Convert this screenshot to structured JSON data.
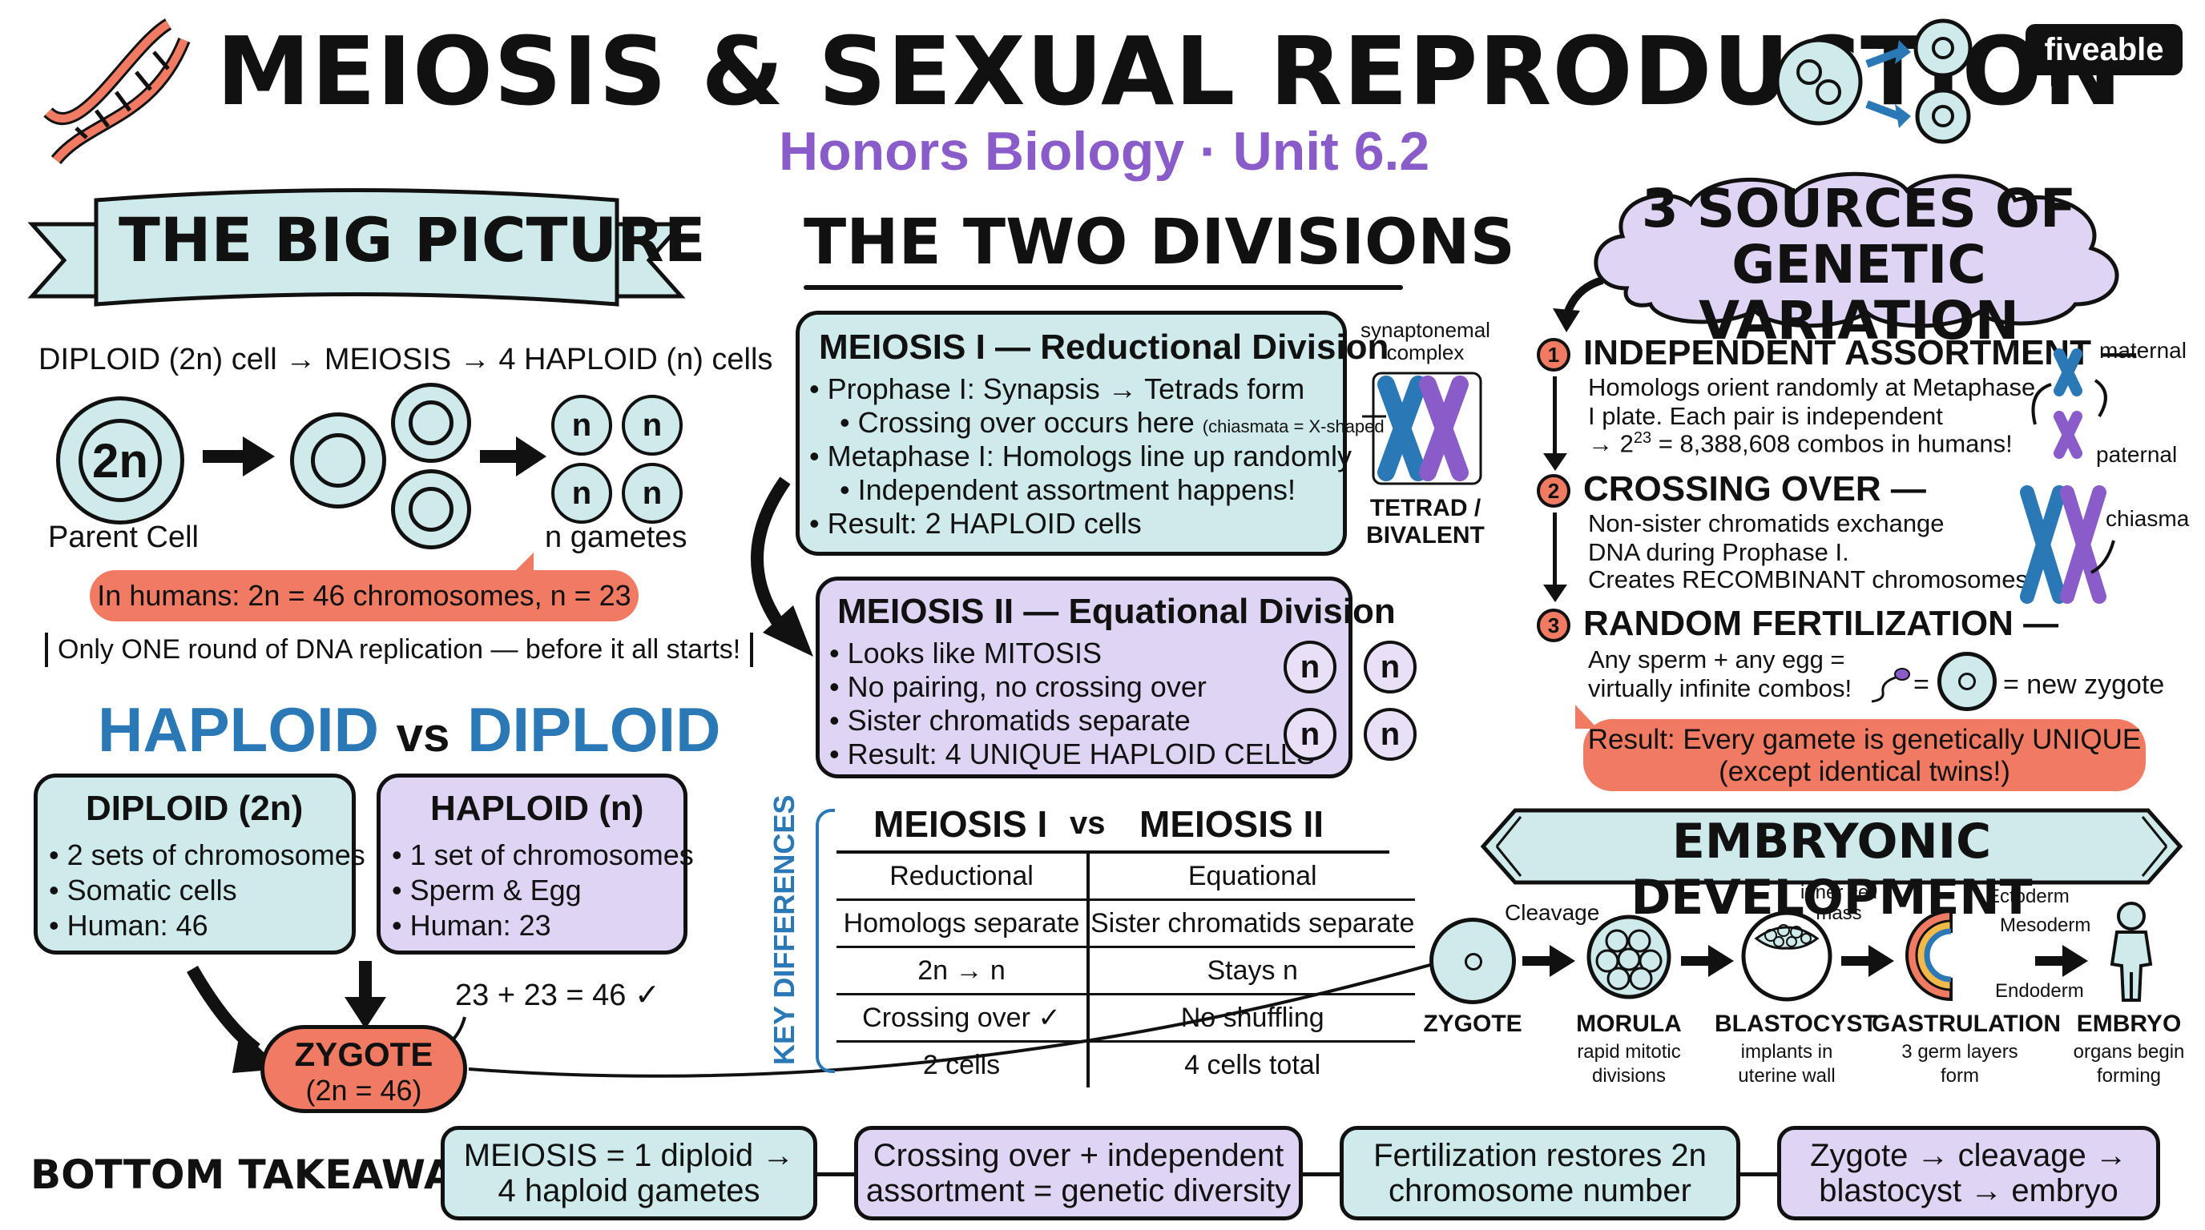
{
  "header": {
    "title": "MEIOSIS & SEXUAL REPRODUCTION",
    "subtitle": "Honors Biology · Unit 6.2",
    "brand": "fiveable"
  },
  "big_picture": {
    "banner": "THE BIG PICTURE",
    "flow": "DIPLOID (2n) cell → MEIOSIS → 4 HAPLOID (n) cells",
    "parent_label": "2n",
    "parent_caption": "Parent Cell",
    "gamete_label": "n",
    "gametes_caption": "n gametes",
    "humans_note": "In humans: 2n = 46 chromosomes, n = 23",
    "replication_note": "Only ONE round of DNA replication — before it all starts!"
  },
  "haploid_diploid": {
    "heading_a": "HAPLOID",
    "heading_vs": "vs",
    "heading_b": "DIPLOID",
    "diploid": {
      "title": "DIPLOID (2n)",
      "items": [
        "• 2 sets of chromosomes",
        "• Somatic cells",
        "• Human: 46"
      ]
    },
    "haploid": {
      "title": "HAPLOID (n)",
      "items": [
        "• 1 set of chromosomes",
        "• Sperm & Egg",
        "• Human: 23"
      ]
    },
    "sum": "23 + 23 = 46 ✓",
    "zygote_title": "ZYGOTE",
    "zygote_sub": "(2n = 46)"
  },
  "two_divisions": {
    "heading": "THE TWO DIVISIONS",
    "meiosis1": {
      "title": "MEIOSIS I — Reductional Division",
      "l1": "• Prophase I: Synapsis → Tetrads form",
      "l2": "• Crossing over occurs here",
      "l2_small": "(chiasmata = X-shaped",
      "l3": "• Metaphase I: Homologs line up randomly",
      "l4": "• Independent assortment happens!",
      "l5": "• Result: 2 HAPLOID cells"
    },
    "synaptonemal": "synaptonemal complex",
    "tetrad": "TETRAD / BIVALENT",
    "meiosis2": {
      "title": "MEIOSIS II — Equational Division",
      "items": [
        "• Looks like MITOSIS",
        "• No pairing, no crossing over",
        "• Sister chromatids separate",
        "• Result: 4 UNIQUE HAPLOID CELLS"
      ],
      "cell_label": "n"
    }
  },
  "key_differences": {
    "side_label": "KEY DIFFERENCES",
    "col_a": "MEIOSIS I",
    "col_vs": "vs",
    "col_b": "MEIOSIS II",
    "rows": [
      [
        "Reductional",
        "Equational"
      ],
      [
        "Homologs separate",
        "Sister chromatids separate"
      ],
      [
        "2n → n",
        "Stays n"
      ],
      [
        "Crossing over ✓",
        "No shuffling"
      ],
      [
        "2 cells",
        "4 cells total"
      ]
    ]
  },
  "variation": {
    "heading_1": "3 SOURCES OF",
    "heading_2": "GENETIC VARIATION",
    "s1": {
      "num": "1",
      "title": "INDEPENDENT ASSORTMENT —",
      "l1": "Homologs orient randomly at Metaphase",
      "l2": "I plate. Each pair is independent",
      "l3_pre": "→ 2",
      "l3_sup": "23",
      "l3_post": " = 8,388,608 combos in humans!"
    },
    "maternal": "maternal",
    "paternal": "paternal",
    "s2": {
      "num": "2",
      "title": "CROSSING OVER —",
      "l1": "Non-sister chromatids exchange",
      "l2": "DNA during Prophase I.",
      "l3": "Creates RECOMBINANT chromosomes!"
    },
    "chiasma": "chiasma",
    "s3": {
      "num": "3",
      "title": "RANDOM FERTILIZATION —",
      "l1": "Any sperm + any egg =",
      "l2": "virtually infinite combos!"
    },
    "eq1": "=",
    "eq2": "= new zygote",
    "result_1": "Result: Every gamete is genetically UNIQUE",
    "result_2": "(except identical twins!)"
  },
  "embryo": {
    "banner": "EMBRYONIC DEVELOPMENT",
    "cleavage": "Cleavage",
    "inner_cell_mass": "inner cell mass",
    "ectoderm": "Ectoderm",
    "mesoderm": "Mesoderm",
    "endoderm": "Endoderm",
    "stages": [
      {
        "name": "ZYGOTE",
        "sub1": "",
        "sub2": ""
      },
      {
        "name": "MORULA",
        "sub1": "rapid mitotic",
        "sub2": "divisions"
      },
      {
        "name": "BLASTOCYST",
        "sub1": "implants in",
        "sub2": "uterine wall"
      },
      {
        "name": "GASTRULATION",
        "sub1": "3 germ layers",
        "sub2": "form"
      },
      {
        "name": "EMBRYO",
        "sub1": "organs begin",
        "sub2": "forming"
      }
    ]
  },
  "takeaway": {
    "label": "BOTTOM TAKEAWAY",
    "items": [
      {
        "l1": "MEIOSIS = 1 diploid →",
        "l2": "4 haploid gametes"
      },
      {
        "l1": "Crossing over + independent",
        "l2": "assortment = genetic diversity"
      },
      {
        "l1": "Fertilization restores 2n",
        "l2": "chromosome number"
      },
      {
        "l1": "Zygote → cleavage →",
        "l2": "blastocyst → embryo"
      }
    ]
  },
  "colors": {
    "teal": "#cfeaea",
    "lavender": "#e0d4f5",
    "salmon": "#f07a62",
    "purple_text": "#8a5cc9",
    "blue_text": "#2a78b5"
  }
}
